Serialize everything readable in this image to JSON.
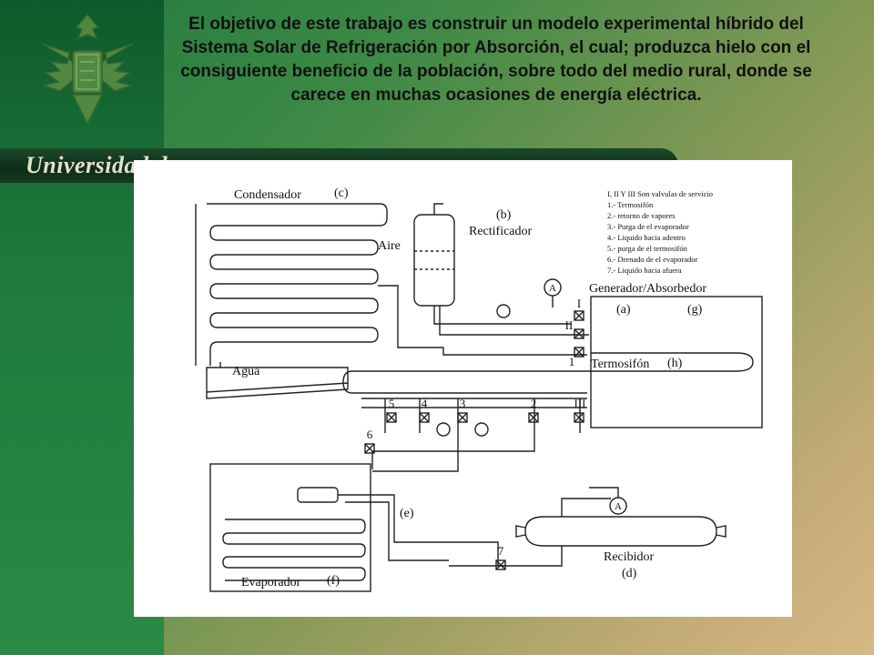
{
  "headline": "El objetivo de este trabajo es construir un modelo experimental híbrido del Sistema Solar de Refrigeración por Absorción, el cual; produzca hielo con el consiguiente beneficio de la población, sobre todo del medio rural, donde se carece en muchas ocasiones de energía eléctrica.",
  "university": "Universidad de",
  "diagram": {
    "condensador": "Condensador",
    "c": "(c)",
    "aire": "Aire",
    "b": "(b)",
    "rectificador": "Rectificador",
    "generador": "Generador/Absorbedor",
    "a": "(a)",
    "g": "(g)",
    "termosifon": "Termosifón",
    "h": "(h)",
    "agua": "Agua",
    "evaporador": "Evaporador",
    "f": "(f)",
    "e": "(e)",
    "recibidor": "Recibidor",
    "d": "(d)",
    "gauge_a": "A",
    "valve_labels": [
      "5",
      "4",
      "3",
      "2",
      "III",
      "6",
      "7",
      "I",
      "II",
      "1"
    ],
    "legend": [
      "I, II Y III Son valvulas de servicio",
      "1.- Termosifón",
      "2.- retorno de vapores",
      "3.- Purga de el evaporador",
      "4.- Liquido hacia adentro",
      "5.- purga de el termosifón",
      "6.- Drenado de el evaporador",
      "7.- Liquido hacia afuera"
    ]
  }
}
